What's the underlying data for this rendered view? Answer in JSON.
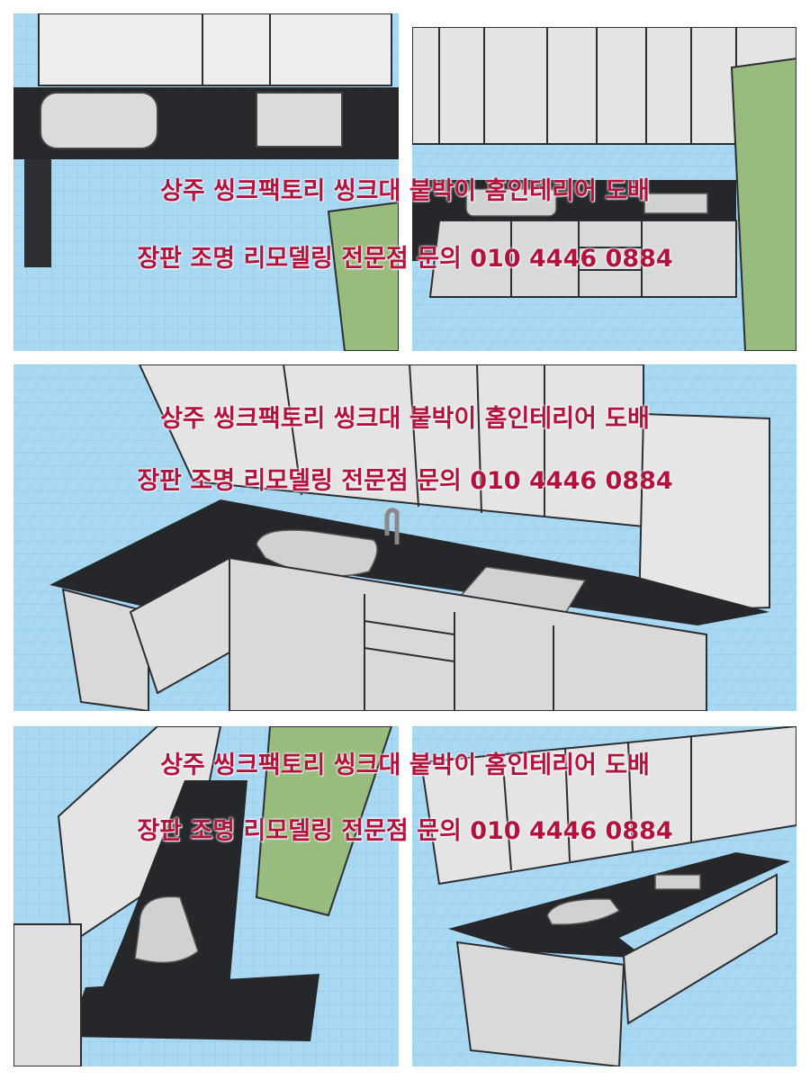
{
  "captions": [
    {
      "line1": "상주 씽크팩토리 씽크대 붙박이 홈인테리어 도배",
      "line2": "장판 조명 리모델링 전문점 문의 010 4446 0884"
    },
    {
      "line1": "상주 씽크팩토리 씽크대 붙박이 홈인테리어 도배",
      "line2": "장판 조명 리모델링 전문점 문의 010 4446 0884"
    },
    {
      "line1": "상주 씽크팩토리 씽크대 붙박이 홈인테리어 도배",
      "line2": "장판 조명 리모델링 전문점 문의 010 4446 0884"
    }
  ],
  "colors": {
    "caption_text": "#b3123d",
    "floor_grid": "#a9d8f2",
    "countertop": "#25272a",
    "cabinet": "#d8d8d8",
    "tall_cabinet": "#98bb7e"
  }
}
